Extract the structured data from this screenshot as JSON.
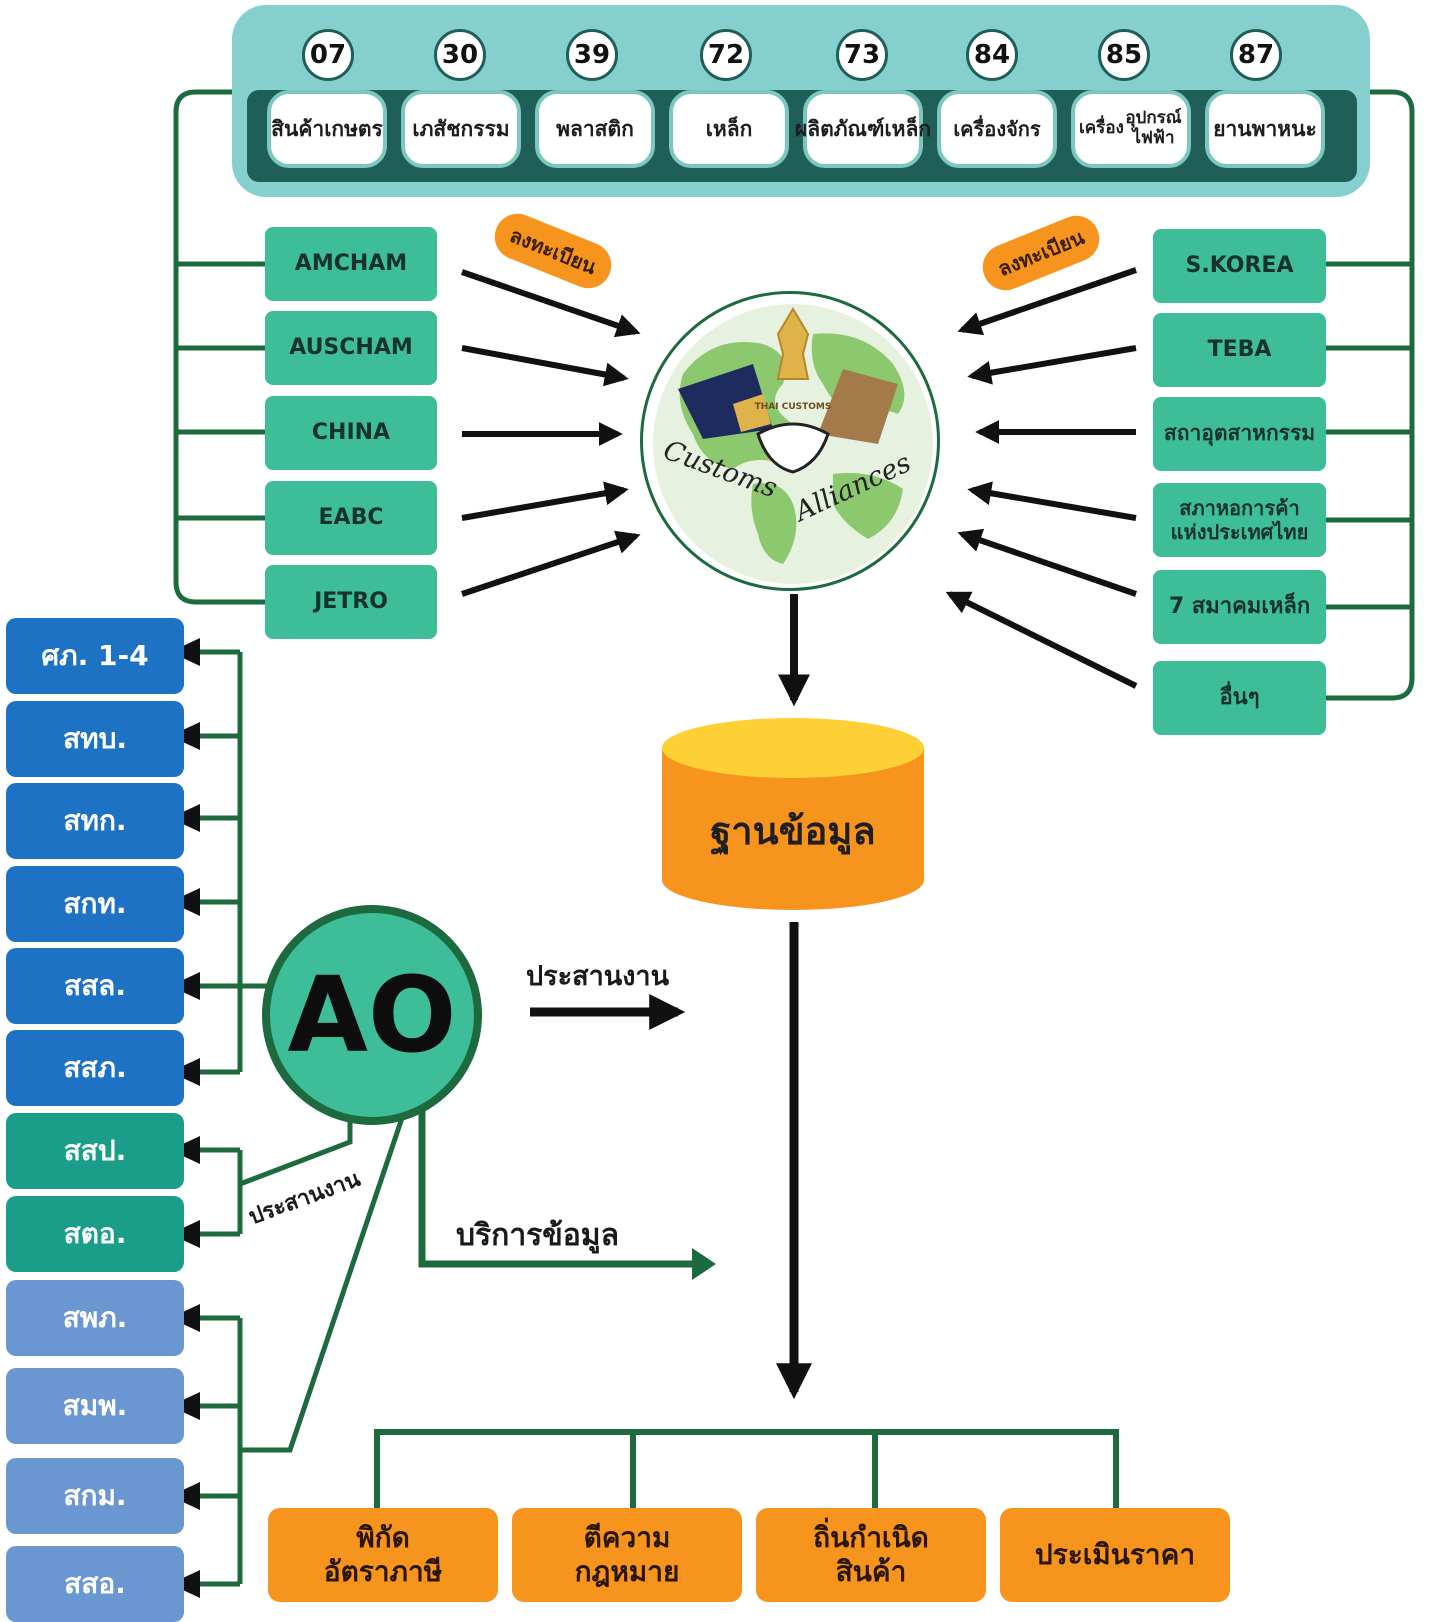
{
  "hs_chapters": [
    {
      "number": "07",
      "label_lines": [
        "สินค้า",
        "เกษตร"
      ]
    },
    {
      "number": "30",
      "label_lines": [
        "เภสัชกรรม"
      ]
    },
    {
      "number": "39",
      "label_lines": [
        "พลาสติก"
      ]
    },
    {
      "number": "72",
      "label_lines": [
        "เหล็ก"
      ]
    },
    {
      "number": "73",
      "label_lines": [
        "ผลิตภัณฑ์",
        "เหล็ก"
      ]
    },
    {
      "number": "84",
      "label_lines": [
        "เครื่องจักร"
      ]
    },
    {
      "number": "85",
      "label_lines": [
        "เครื่อง",
        "อุปกรณ์ไฟฟ้า"
      ]
    },
    {
      "number": "87",
      "label_lines": [
        "ยาน",
        "พาหนะ"
      ]
    }
  ],
  "left_partners": [
    "AMCHAM",
    "AUSCHAM",
    "CHINA",
    "EABC",
    "JETRO"
  ],
  "right_partners": [
    [
      "S.KOREA"
    ],
    [
      "TEBA"
    ],
    [
      "สถาอุตสาหกรรม"
    ],
    [
      "สภาหอการค้า",
      "แห่งประเทศไทย"
    ],
    [
      "7 สมาคมเหล็ก"
    ],
    [
      "อื่นๆ"
    ]
  ],
  "register_label": "ลงทะเบียน",
  "center_logo": {
    "emblem_text": "THAI CUSTOMS",
    "word_1": "Customs",
    "word_2": "Alliances"
  },
  "database_label": "ฐานข้อมูล",
  "ao_label": "AO",
  "flow_labels": {
    "coordinate": "ประสานงาน",
    "data_service": "บริการข้อมูล"
  },
  "offices": [
    {
      "label": "ศภ. 1-4",
      "group": "blue"
    },
    {
      "label": "สทบ.",
      "group": "blue"
    },
    {
      "label": "สทก.",
      "group": "blue"
    },
    {
      "label": "สกท.",
      "group": "blue"
    },
    {
      "label": "สสล.",
      "group": "blue"
    },
    {
      "label": "สสภ.",
      "group": "blue"
    },
    {
      "label": "สสป.",
      "group": "teal"
    },
    {
      "label": "สตอ.",
      "group": "teal"
    },
    {
      "label": "สพภ.",
      "group": "light"
    },
    {
      "label": "สมพ.",
      "group": "light"
    },
    {
      "label": "สกม.",
      "group": "light"
    },
    {
      "label": "สสอ.",
      "group": "light"
    }
  ],
  "outputs": [
    [
      "พิกัด",
      "อัตราภาษี"
    ],
    [
      "ตีความ",
      "กฎหมาย"
    ],
    [
      "ถิ่นกำเนิด",
      "สินค้า"
    ],
    [
      "ประเมินราคา"
    ]
  ],
  "colors": {
    "partner_green": "#3dbd98",
    "dark_green_line": "#1c6a3e",
    "teal_band": "#86cfcf",
    "orange": "#f7941d",
    "office_blue": "#1d72c3",
    "office_teal": "#1a9e8a",
    "office_light_blue": "#6a96d1"
  }
}
